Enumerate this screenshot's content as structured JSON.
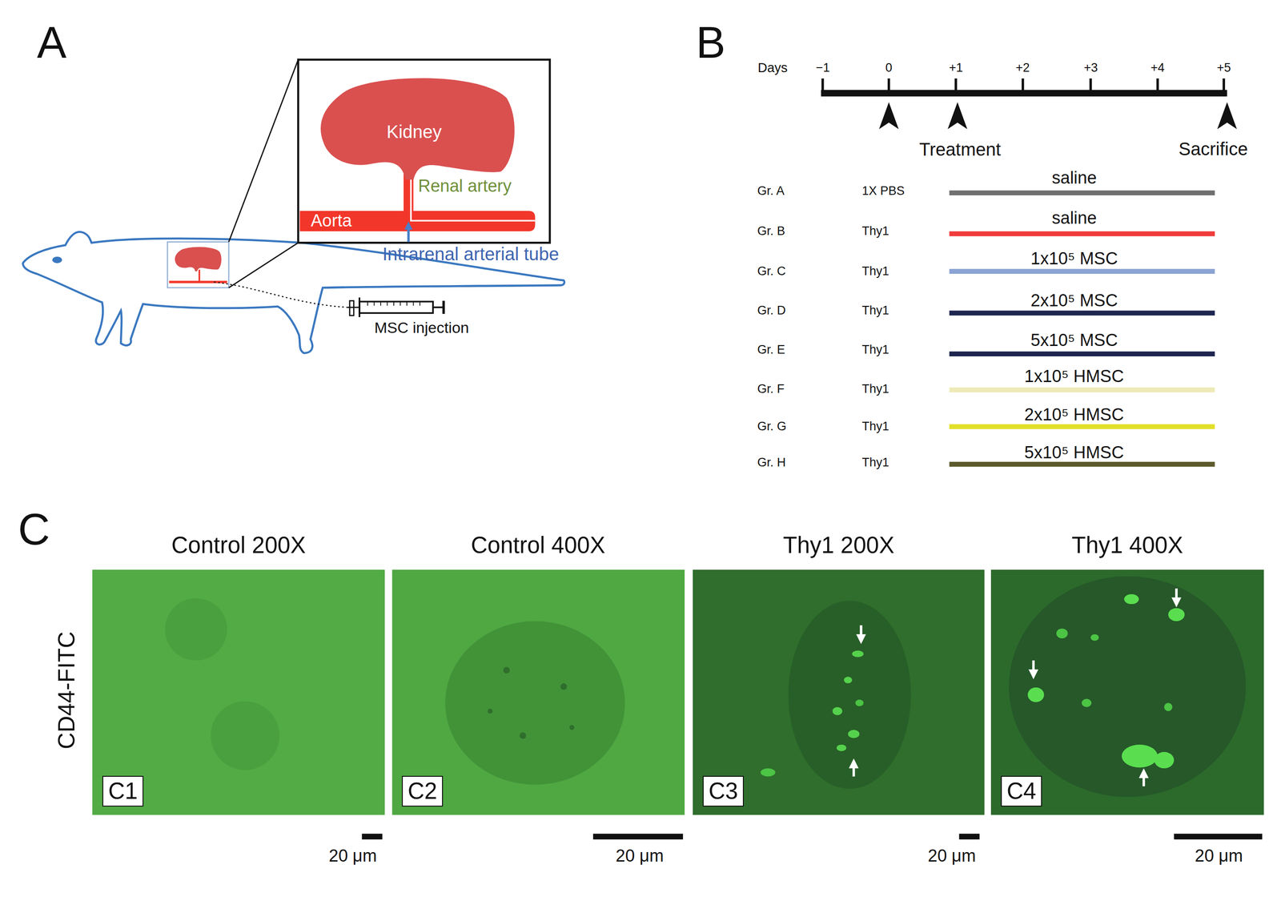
{
  "diagram": {
    "nodes": [
      {
        "text": [
          "Kidney"
        ]
      },
      {
        "text": [
          "Aorta"
        ]
      },
      {
        "text": [
          "Control 200X"
        ]
      },
      {
        "text": [
          "C1"
        ],
        "in": 2
      },
      {
        "text": [
          "Control 400X"
        ]
      },
      {
        "text": [
          "C2"
        ],
        "in": 4
      },
      {
        "text": [
          "Thy1 200X"
        ]
      },
      {
        "text": [
          "C3"
        ],
        "in": 6
      },
      {
        "text": [
          "Thy1 400X"
        ]
      },
      {
        "text": [
          "C4"
        ],
        "in": 8
      }
    ],
    "labels": [
      "A",
      "Renal artery",
      "Intrarenal arterial tube",
      "MSC injection",
      "B",
      "Days",
      "−1",
      "0",
      "+1",
      "+2",
      "+3",
      "+4",
      "+5",
      "Treatment",
      "Sacrifice",
      "Gr. A",
      "1X PBS",
      "saline",
      "Gr. B",
      "Thy1",
      "saline",
      "Gr. C",
      "Thy1",
      "1x10⁵ MSC",
      "Gr. D",
      "Thy1",
      "2x10⁵ MSC",
      "Gr. E",
      "Thy1",
      "5x10⁵ MSC",
      "Gr. F",
      "Thy1",
      "1x10⁵ HMSC",
      "Gr. G",
      "Thy1",
      "2x10⁵ HMSC",
      "Gr. H",
      "Thy1",
      "5x10⁵ HMSC",
      "C",
      "CD44-FITC",
      "20 μm",
      "20 μm",
      "20 μm",
      "20 μm"
    ]
  }
}
